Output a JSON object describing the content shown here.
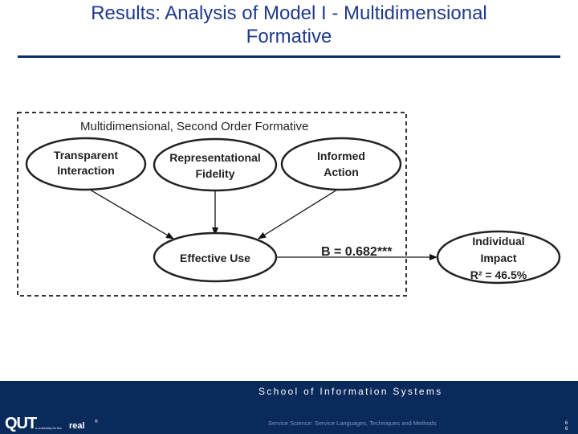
{
  "slide": {
    "title_line1": "Results: Analysis of Model I - Multidimensional",
    "title_line2": "Formative"
  },
  "diagram": {
    "box_label": "Multidimensional, Second Order Formative",
    "nodes": {
      "transparent": [
        "Transparent",
        "Interaction"
      ],
      "representational": [
        "Representational",
        "Fidelity"
      ],
      "informed": [
        "Informed",
        "Action"
      ],
      "effective": [
        "Effective Use"
      ],
      "impact": [
        "Individual",
        "Impact",
        "R² = 46.5%"
      ]
    },
    "path_label": "B = 0.682***"
  },
  "footer": {
    "school": "School of Information Systems",
    "subtitle": "Service Science: Service Languages, Techniques and Methods",
    "logo": "QUT",
    "tagline": "a university for the",
    "real": "real",
    "registered": "®",
    "page_number": "6",
    "page_number_sub": "6"
  },
  "colors": {
    "title": "#1f3a8a",
    "rule": "#0b2f6b",
    "footer_bg": "#0a2a5c"
  }
}
